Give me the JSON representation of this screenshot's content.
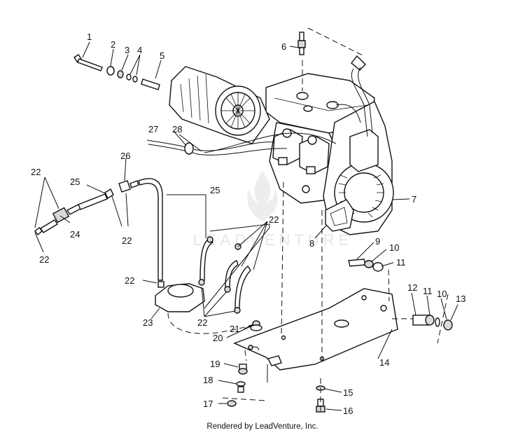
{
  "diagram": {
    "callouts": {
      "c1": "1",
      "c2": "2",
      "c3": "3",
      "c4": "4",
      "c5": "5",
      "c6": "6",
      "c7": "7",
      "c8": "8",
      "c9": "9",
      "c10a": "10",
      "c10b": "10",
      "c11a": "11",
      "c11b": "11",
      "c12": "12",
      "c13": "13",
      "c14": "14",
      "c15": "15",
      "c16": "16",
      "c17": "17",
      "c18": "18",
      "c19": "19",
      "c20": "20",
      "c21": "21",
      "c22a": "22",
      "c22b": "22",
      "c22c": "22",
      "c22d": "22",
      "c22e": "22",
      "c22f": "22",
      "c23": "23",
      "c24": "24",
      "c25a": "25",
      "c25b": "25",
      "c26": "26",
      "c27": "27",
      "c28": "28"
    }
  },
  "watermark": {
    "text": "LEADVENTURE",
    "logo_icon": "flame-logo-icon"
  },
  "footer": {
    "credit": "Rendered by LeadVenture, Inc."
  }
}
